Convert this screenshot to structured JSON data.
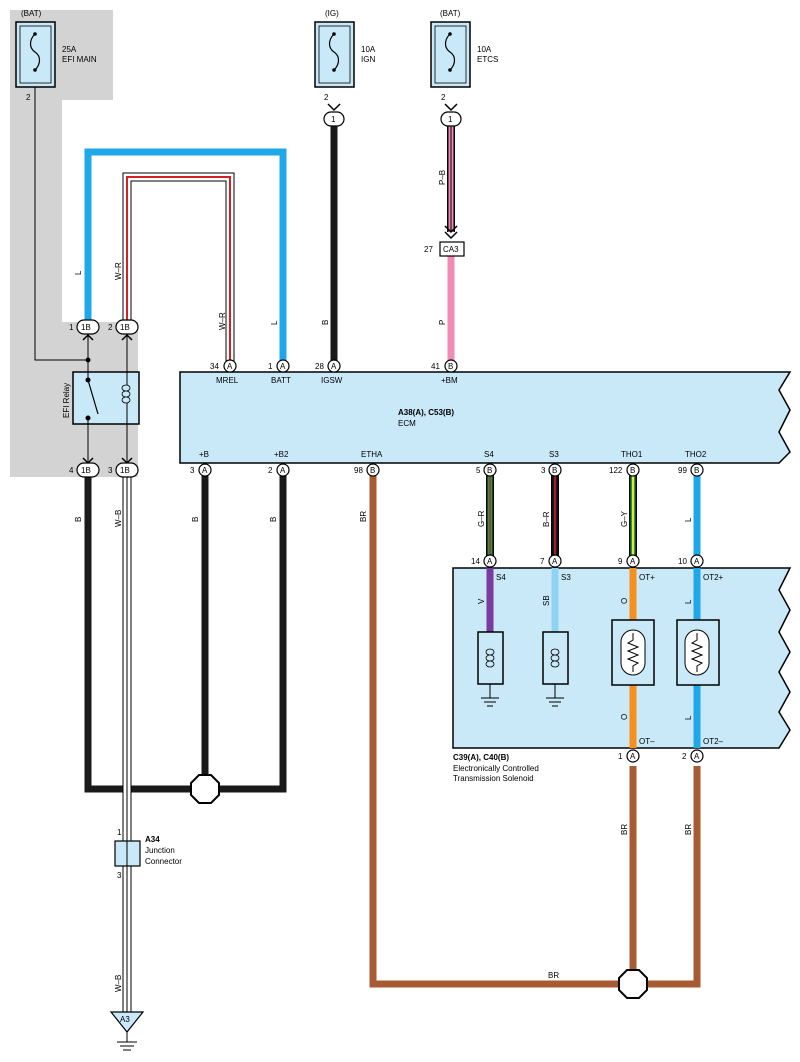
{
  "fuses": {
    "efi": {
      "source": "(BAT)",
      "rating": "25A",
      "name": "EFI MAIN",
      "pin": "2"
    },
    "ign": {
      "source": "(IG)",
      "rating": "10A",
      "name": "IGN",
      "pin": "2"
    },
    "etcs": {
      "source": "(BAT)",
      "rating": "10A",
      "name": "ETCS",
      "pin": "2"
    }
  },
  "wire_codes": {
    "l": "L",
    "wr": "W–R",
    "b": "B",
    "pb": "P–B",
    "p": "P",
    "br": "BR",
    "wb": "W–B",
    "gr": "G–R",
    "b_r": "B–R",
    "gy": "G–Y",
    "v": "V",
    "sb": "SB",
    "o": "O"
  },
  "connectors": {
    "ign_out": "1",
    "etcs_out": "1",
    "ca3": "CA3",
    "ca3_pin": "27",
    "j1b": "1B",
    "a": "A",
    "b": "B"
  },
  "relay": {
    "name": "EFI Relay",
    "pins": {
      "p1": "1",
      "p2": "2",
      "p4": "4",
      "p3": "3"
    }
  },
  "ecm": {
    "id": "A38(A), C53(B)",
    "name": "ECM",
    "top_pins": [
      {
        "num": "34",
        "conn": "A",
        "name": "MREL"
      },
      {
        "num": "1",
        "conn": "A",
        "name": "BATT"
      },
      {
        "num": "28",
        "conn": "A",
        "name": "IGSW"
      },
      {
        "num": "41",
        "conn": "B",
        "name": "+BM"
      }
    ],
    "bottom_pins": [
      {
        "num": "3",
        "conn": "A",
        "name": "+B"
      },
      {
        "num": "2",
        "conn": "A",
        "name": "+B2"
      },
      {
        "num": "98",
        "conn": "B",
        "name": "ETHA"
      },
      {
        "num": "5",
        "conn": "B",
        "name": "S4"
      },
      {
        "num": "3",
        "conn": "B",
        "name": "S3"
      },
      {
        "num": "122",
        "conn": "B",
        "name": "THO1"
      },
      {
        "num": "99",
        "conn": "B",
        "name": "THO2"
      }
    ]
  },
  "solenoid": {
    "id": "C39(A), C40(B)",
    "name_line1": "Electronically Controlled",
    "name_line2": "Transmission Solenoid",
    "top_pins": [
      {
        "num": "14",
        "conn": "A",
        "name": "S4"
      },
      {
        "num": "7",
        "conn": "A",
        "name": "S3"
      },
      {
        "num": "9",
        "conn": "A",
        "name": "OT+"
      },
      {
        "num": "10",
        "conn": "A",
        "name": "OT2+"
      }
    ],
    "bottom_pins": [
      {
        "num": "1",
        "conn": "A",
        "name": "OT–"
      },
      {
        "num": "2",
        "conn": "A",
        "name": "OT2–"
      }
    ]
  },
  "junction": {
    "id": "A34",
    "line1": "Junction",
    "line2": "Connector",
    "pin_top": "1",
    "pin_bottom": "3"
  },
  "ground": {
    "id": "A3"
  },
  "colors": {
    "L": "#1fa8e8",
    "B": "#1a1a1a",
    "W": "#ffffff",
    "R": "#d31f26",
    "P": "#f08bb8",
    "BR": "#a85a32",
    "G": "#1e9b48",
    "Y": "#f0e23c",
    "V": "#7a3aa0",
    "SB": "#8fd3f4",
    "O": "#f5901e",
    "module_fill": "#c9e8f8",
    "fuse_fill": "#c9e8f8",
    "shade": "#d3d3d3"
  }
}
